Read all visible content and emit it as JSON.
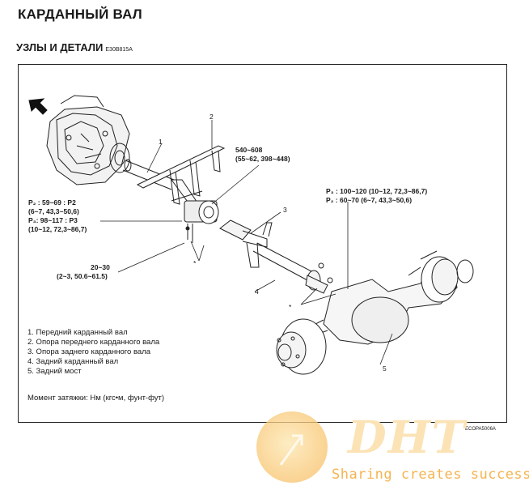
{
  "header": {
    "title": "КАРДАННЫЙ ВАЛ",
    "subtitle": "УЗЛЫ И ДЕТАЛИ",
    "section_code": "E30B815A"
  },
  "callouts": {
    "n1": "1",
    "n2": "2",
    "n3": "3",
    "n4": "4",
    "n5": "5",
    "star": "*"
  },
  "torque_labels": {
    "center_line1": "540~608",
    "center_line2": "(55~62, 398~448)",
    "left_p2": "P₂ : 59~69 : P2",
    "left_p2_sub": "(6~7, 43,3~50,6)",
    "left_p3": "P₃: 98~117 : P3",
    "left_p3_sub": "(10~12, 72,3~86,7)",
    "bolt_line1": "20~30",
    "bolt_line2": "(2~3, 50.6~61.5)",
    "right_p3": "P₃ : 100~120 (10~12, 72,3~86,7)",
    "right_p2": "P₂ : 60~70 (6~7, 43,3~50,6)"
  },
  "legend": [
    "1. Передний карданный вал",
    "2. Опора переднего карданного вала",
    "3. Опора заднего карданного вала",
    "4. Задний карданный вал",
    "5. Задний мост"
  ],
  "torque_units": "Момент затяжки: Нм (кгс•м, фунт-фут)",
  "image_code": "ECOPA5006A",
  "watermark": {
    "logo": "DHT",
    "slogan": "Sharing creates success"
  },
  "colors": {
    "ink": "#1a1a1a",
    "watermark": "#f5b451"
  }
}
